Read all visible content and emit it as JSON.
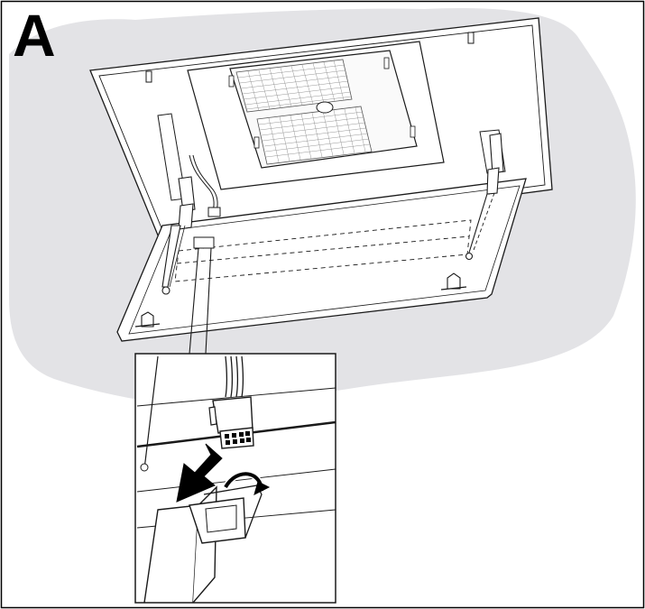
{
  "figure": {
    "step_label": "A",
    "colors": {
      "background_blob": "#e3e3e6",
      "line": "#1a1a1a",
      "panel_fill": "#ffffff",
      "filter_mesh": "#8a8a8a",
      "arrow_fill": "#000000"
    },
    "parts": {
      "hood_body": "hood-body",
      "grease_filter": "grease-filter",
      "front_panel": "front-panel",
      "gas_struts": "gas-strut",
      "connector_plug": "connector-plug",
      "detail_inset": "connector-detail-inset"
    }
  }
}
